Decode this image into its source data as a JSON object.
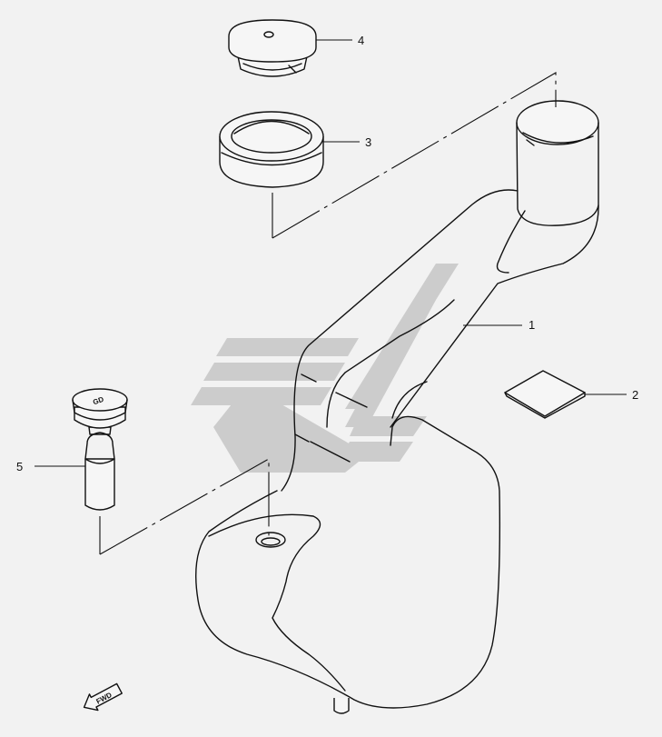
{
  "callouts": [
    {
      "id": "1",
      "text": "1"
    },
    {
      "id": "2",
      "text": "2"
    },
    {
      "id": "3",
      "text": "3"
    },
    {
      "id": "4",
      "text": "4"
    },
    {
      "id": "5",
      "text": "5"
    }
  ],
  "direction_arrow": {
    "text": "FWD"
  },
  "watermark": {
    "icon": "suzuki-s-logo",
    "color": "#c8c8c8"
  }
}
